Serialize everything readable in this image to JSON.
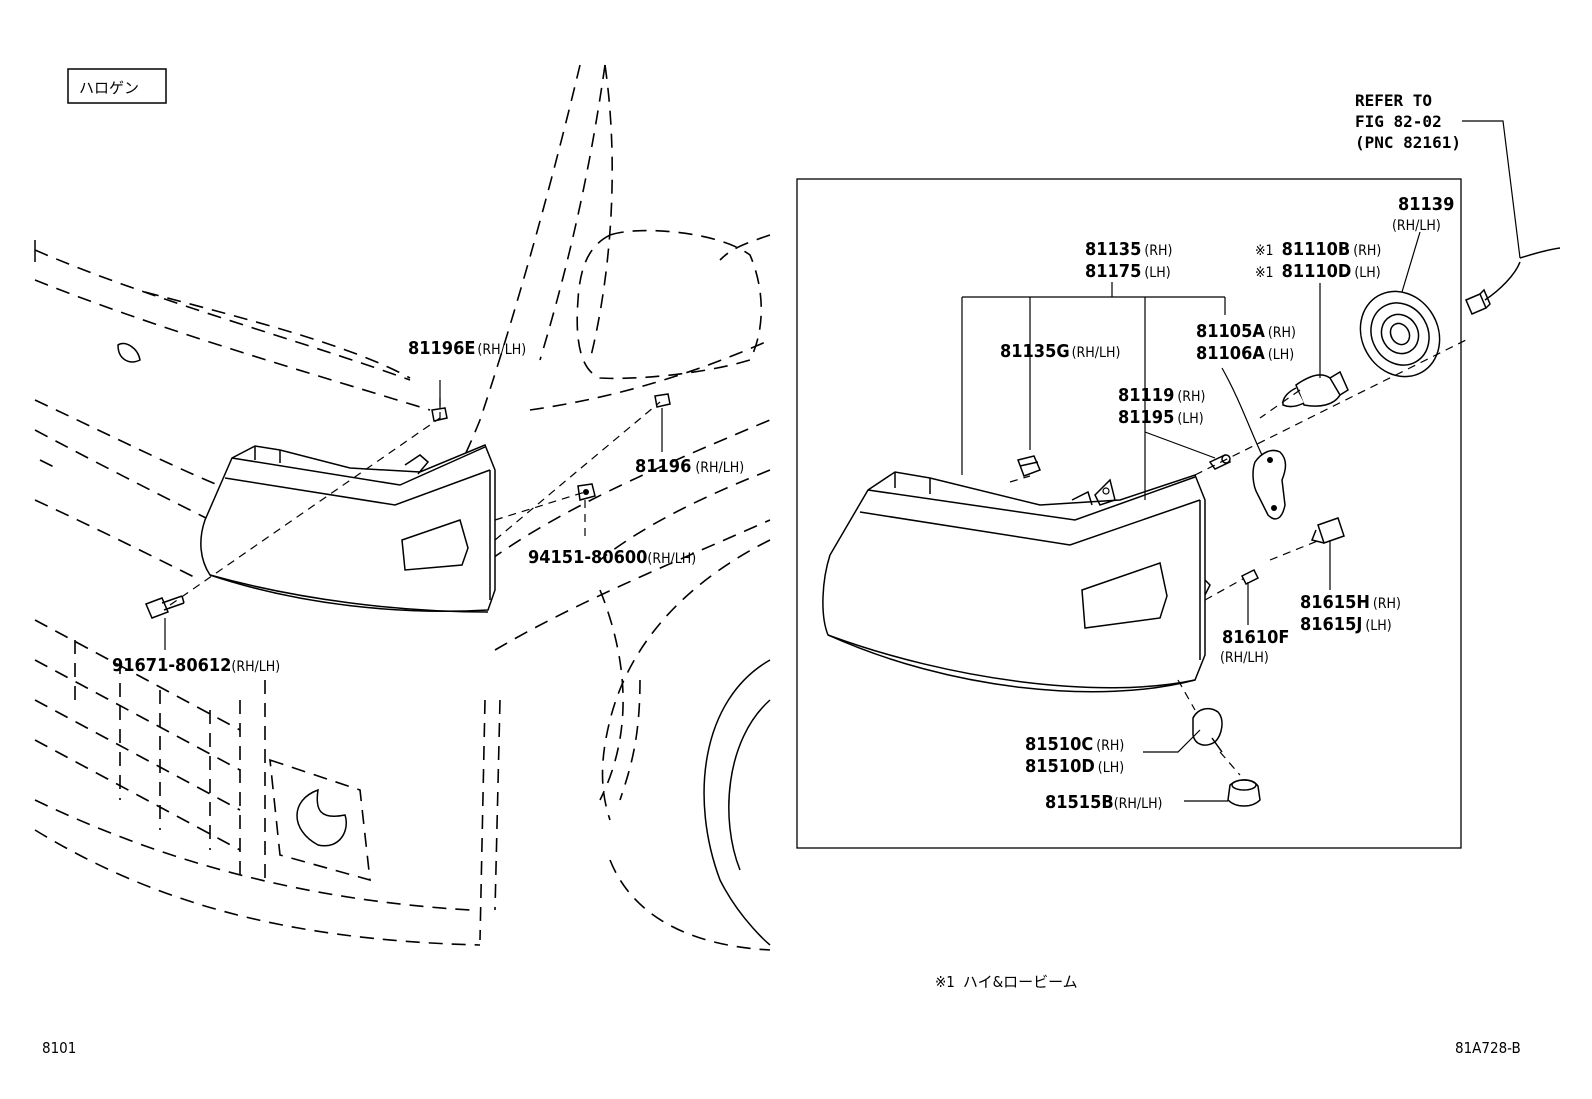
{
  "header": {
    "variant_label": "ハロゲン",
    "refer": [
      "REFER TO",
      "FIG 82-02",
      "(PNC 82161)"
    ]
  },
  "callouts": {
    "p81196E": {
      "pn": "81196E",
      "suf": "(RH/LH)"
    },
    "p81196": {
      "pn": "81196",
      "suf": "(RH/LH)"
    },
    "p94151": {
      "pn": "94151-80600",
      "suf": "(RH/LH)"
    },
    "p91671": {
      "pn": "91671-80612",
      "suf": "(RH/LH)"
    },
    "p81135": {
      "pn1": "81135",
      "suf1": "(RH)",
      "pn2": "81175",
      "suf2": "(LH)"
    },
    "p81135G": {
      "pn": "81135G",
      "suf": "(RH/LH)"
    },
    "p81119": {
      "pn1": "81119",
      "suf1": "(RH)",
      "pn2": "81195",
      "suf2": "(LH)"
    },
    "p81105A": {
      "pn1": "81105A",
      "suf1": "(RH)",
      "pn2": "81106A",
      "suf2": "(LH)"
    },
    "p81110": {
      "mark": "※1",
      "pn1": "81110B",
      "suf1": "(RH)",
      "pn2": "81110D",
      "suf2": "(LH)"
    },
    "p81139": {
      "pn": "81139",
      "suf": "(RH/LH)"
    },
    "p81615": {
      "pn1": "81615H",
      "suf1": "(RH)",
      "pn2": "81615J",
      "suf2": "(LH)"
    },
    "p81610F": {
      "pn": "81610F",
      "suf": "(RH/LH)"
    },
    "p81510": {
      "pn1": "81510C",
      "suf1": "(RH)",
      "pn2": "81510D",
      "suf2": "(LH)"
    },
    "p81515B": {
      "pn": "81515B",
      "suf": "(RH/LH)"
    }
  },
  "footnote": {
    "mark": "※1",
    "text": "ハイ&ロービーム"
  },
  "footer": {
    "page_code": "8101",
    "figure_code": "81A728-B"
  }
}
